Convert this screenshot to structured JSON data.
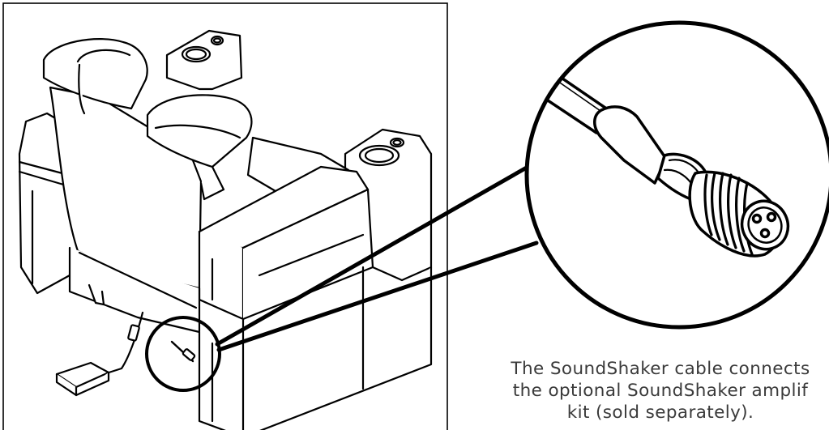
{
  "caption": {
    "line1": "The SoundShaker cable connects",
    "line2": "the optional SoundShaker amplif",
    "line3": "kit (sold separately)."
  }
}
